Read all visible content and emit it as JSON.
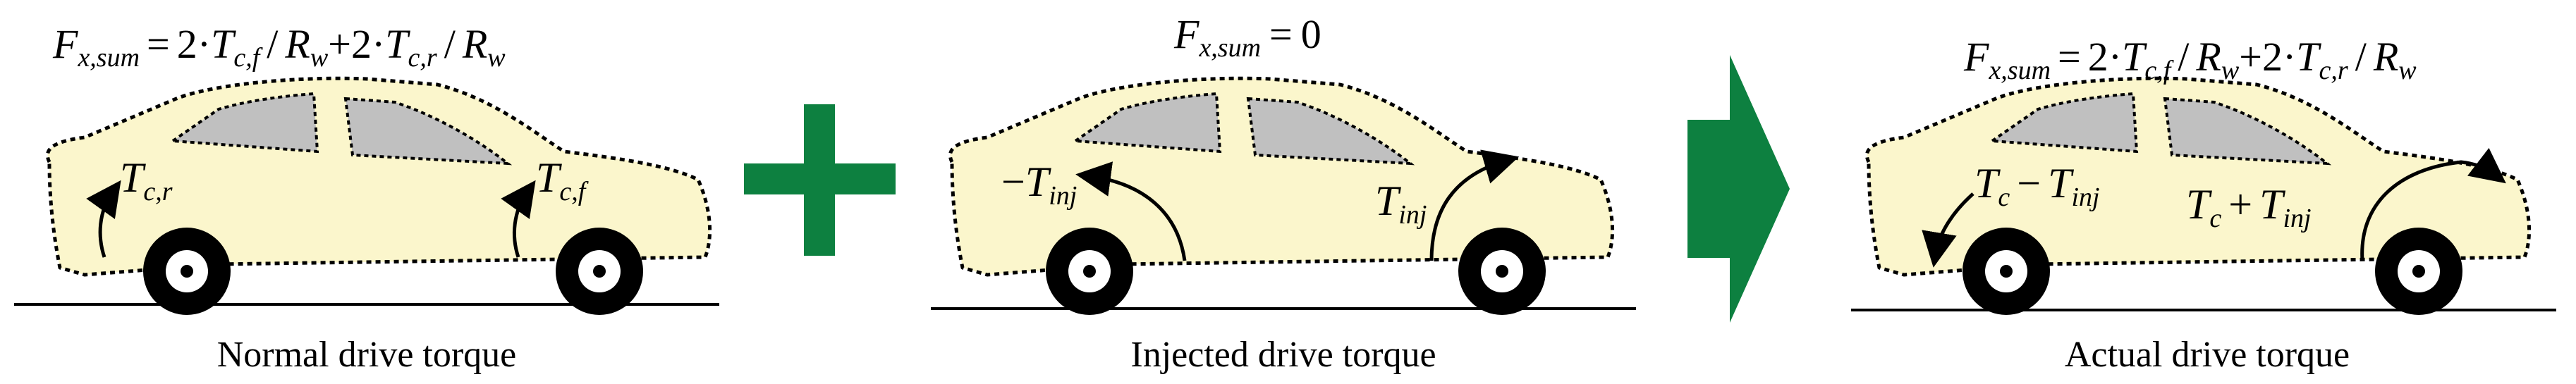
{
  "panels": [
    {
      "caption": "Normal drive torque",
      "equation": {
        "lhs": "F",
        "lhs_sub": "x,sum",
        "eq": "=",
        "a": "2",
        "dot": "·",
        "T1": "T",
        "T1_sub": "c,f",
        "slash": "/",
        "R1": "R",
        "R1_sub": "w",
        "plus": "+",
        "b": "2",
        "T2": "T",
        "T2_sub": "c,r",
        "R2": "R",
        "R2_sub": "w"
      },
      "rear_label": {
        "main": "T",
        "sub": "c,r"
      },
      "front_label": {
        "main": "T",
        "sub": "c,f"
      }
    },
    {
      "caption": "Injected drive torque",
      "equation": {
        "lhs": "F",
        "lhs_sub": "x,sum",
        "eq": "=",
        "rhs": "0"
      },
      "rear_label": {
        "minus": "−",
        "main": "T",
        "sub": "inj"
      },
      "front_label": {
        "main": "T",
        "sub": "inj"
      }
    },
    {
      "caption": "Actual drive torque",
      "equation": {
        "lhs": "F",
        "lhs_sub": "x,sum",
        "eq": "=",
        "a": "2",
        "dot": "·",
        "T1": "T",
        "T1_sub": "c,f",
        "slash": "/",
        "R1": "R",
        "R1_sub": "w",
        "plus": "+",
        "b": "2",
        "T2": "T",
        "T2_sub": "c,r",
        "R2": "R",
        "R2_sub": "w"
      },
      "rear_label": {
        "main": "T",
        "sub": "c",
        "minus": "−",
        "main2": "T",
        "sub2": "inj"
      },
      "front_label": {
        "main": "T",
        "sub": "c",
        "plus": "+",
        "main2": "T",
        "sub2": "inj"
      }
    }
  ],
  "colors": {
    "car_body": "#fbf6cc",
    "window": "#c0c0c0",
    "operator": "#0d8040",
    "wheel": "#000000"
  }
}
